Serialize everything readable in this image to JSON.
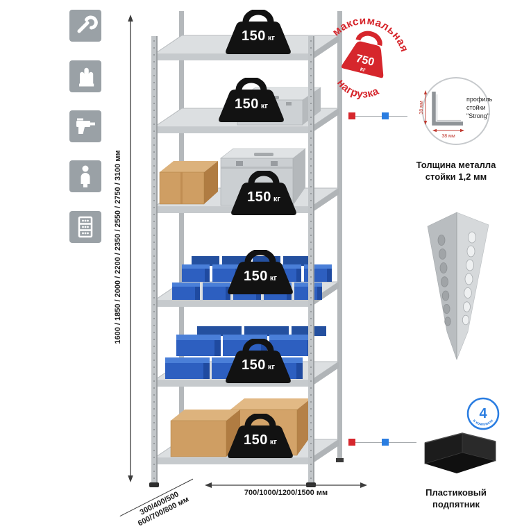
{
  "colors": {
    "accent_red": "#d6262c",
    "accent_blue": "#2a7de1",
    "steel": "#c6cacd",
    "bin_blue": "#2d5fc0"
  },
  "sidebar_icons": [
    {
      "name": "wrench-icon"
    },
    {
      "name": "gloves-icon"
    },
    {
      "name": "drill-icon"
    },
    {
      "name": "person-icon"
    },
    {
      "name": "rack-organizer-icon"
    }
  ],
  "dimensions": {
    "height": "1600 / 1850 / 2000 / 2200 / 2350 / 2550 / 2750 / 3100 мм",
    "width": "700/1000/1200/1500 мм",
    "depth_line1": "300/400/500",
    "depth_line2": "600/700/800 мм"
  },
  "weights": [
    {
      "value": "150",
      "unit": "кг"
    },
    {
      "value": "150",
      "unit": "кг"
    },
    {
      "value": "150",
      "unit": "кг"
    },
    {
      "value": "150",
      "unit": "кг"
    },
    {
      "value": "150",
      "unit": "кг"
    },
    {
      "value": "150",
      "unit": "кг"
    }
  ],
  "stamp": {
    "arc_top": "максимальная",
    "arc_bottom": "нагрузка",
    "value": "750",
    "unit": "кг"
  },
  "profile": {
    "dim_vertical": "38 мм",
    "dim_horizontal": "38 мм",
    "label1": "профиль",
    "label2": "стойки",
    "label3": "\"Strong\"",
    "caption_line1": "Толщина металла",
    "caption_line2": "стойки 1,2 мм"
  },
  "foot": {
    "badge_value": "4",
    "badge_text": "в комплекте",
    "caption_line1": "Пластиковый",
    "caption_line2": "подпятник"
  }
}
